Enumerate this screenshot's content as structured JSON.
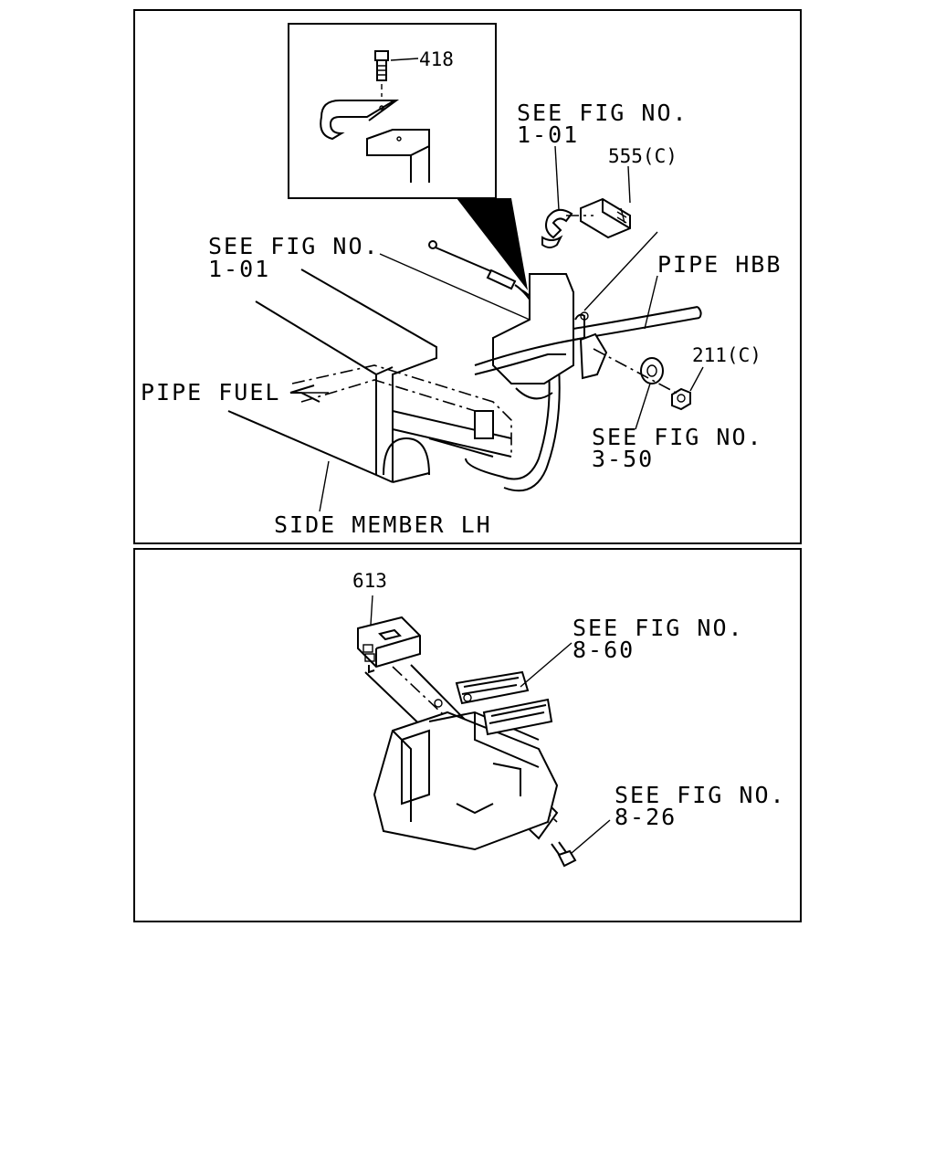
{
  "top": {
    "part_418": "418",
    "ref_a_line1": "SEE FIG NO.",
    "ref_a_line2": "1-01",
    "part_555": "555(C)",
    "ref_b_line1": "SEE FIG NO.",
    "ref_b_line2": "1-01",
    "pipe_hbb": "PIPE HBB",
    "part_211": "211(C)",
    "pipe_fuel": "PIPE FUEL",
    "ref_c_line1": "SEE FIG NO.",
    "ref_c_line2": "3-50",
    "side_member": "SIDE MEMBER LH"
  },
  "bottom": {
    "part_613": "613",
    "ref_d_line1": "SEE FIG NO.",
    "ref_d_line2": "8-60",
    "ref_e_line1": "SEE FIG NO.",
    "ref_e_line2": "8-26"
  }
}
